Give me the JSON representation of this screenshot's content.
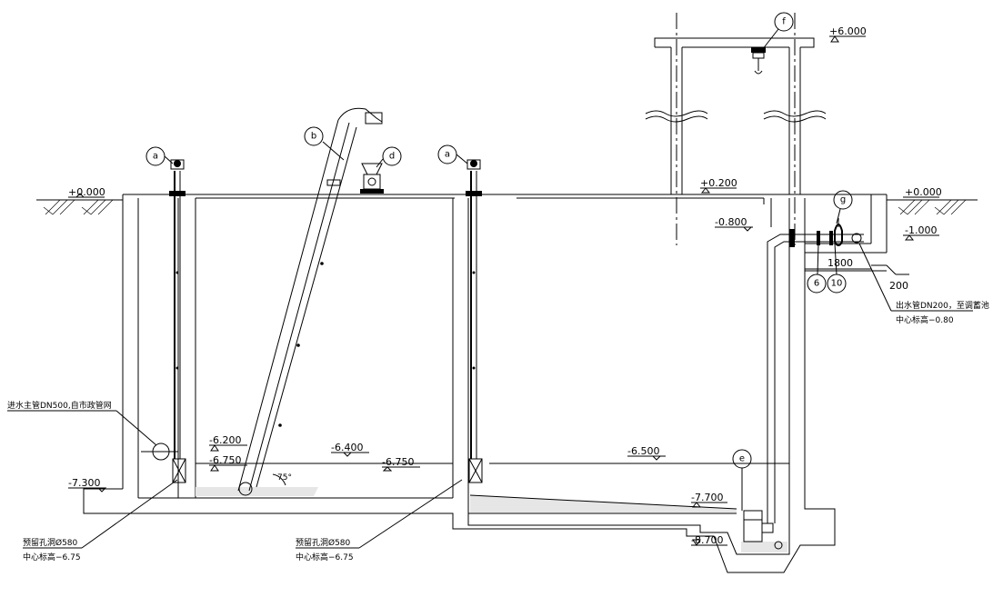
{
  "levels": {
    "ground_left": "+0.000",
    "ground_right": "+0.000",
    "top": "+6.000",
    "slab": "+0.200",
    "pipe": "-0.800",
    "valve_pit": "-1.000",
    "wl_screen": "-6.200",
    "bottom_screen": "-6.750",
    "wl_mid": "-6.400",
    "bottom_mid": "-6.750",
    "wl_pump": "-6.500",
    "pump_floor": "-7.700",
    "sump": "-8.700",
    "base_left": "-7.300"
  },
  "callouts": {
    "a1": "a",
    "a2": "a",
    "b": "b",
    "d": "d",
    "e": "e",
    "f": "f",
    "g": "g",
    "n6": "6",
    "n10": "10"
  },
  "dims": {
    "width_1800": "1800",
    "width_200": "200",
    "angle": "75°"
  },
  "notes": {
    "inlet": "进水主管DN500,自市政管网",
    "opening1_line1": "预留孔洞Ø580",
    "opening1_line2": "中心标高−6.75",
    "opening2_line1": "预留孔洞Ø580",
    "opening2_line2": "中心标高−6.75",
    "outlet_line1": "出水管DN200，至调蓄池",
    "outlet_line2": "中心标高−0.80"
  }
}
